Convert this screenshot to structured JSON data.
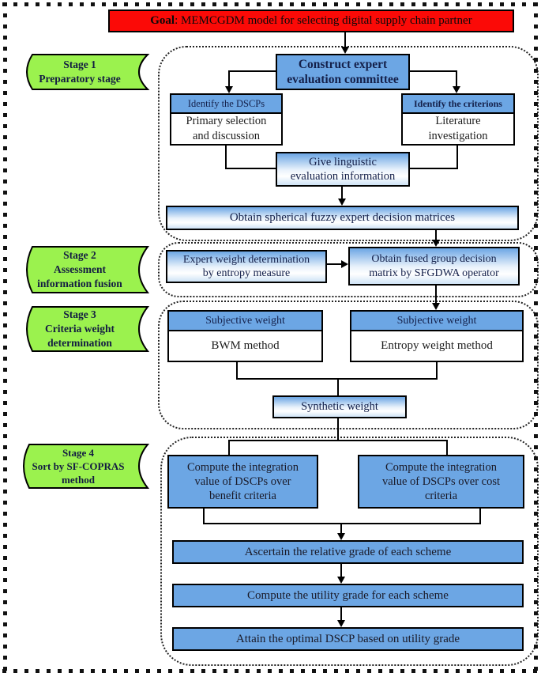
{
  "palette": {
    "goal_red": "#fb0a07",
    "stage_green": "#9bf24e",
    "flat_blue": "#6ca6e4",
    "gradient_blue_top": "#6ca6e4",
    "gradient_blue_bottom": "#cfe3f6",
    "line_black": "#000000",
    "text_dark_navy": "#14204a"
  },
  "goal": {
    "prefix": "Goal",
    "rest": ": MEMCGDM  model for selecting digital supply chain partner"
  },
  "stages": [
    {
      "label": "Stage 1\nPreparatory stage"
    },
    {
      "label": "Stage 2\nAssessment\ninformation fusion"
    },
    {
      "label": "Stage 3\nCriteria weight\ndetermination"
    },
    {
      "label": "Stage 4\nSort by SF-COPRAS\nmethod"
    }
  ],
  "s1": {
    "committee": "Construct expert\nevaluation committee",
    "dscps_header": "Identify the DSCPs",
    "dscps_body": "Primary selection\nand discussion",
    "crit_header": "Identify the criterions",
    "crit_body": "Literature\ninvestigation",
    "linguistic": "Give linguistic\nevaluation information",
    "obtain": "Obtain spherical fuzzy expert decision matrices"
  },
  "s2": {
    "expert": "Expert weight determination\nby entropy measure",
    "fused": "Obtain fused group decision\nmatrix by SFGDWA operator"
  },
  "s3": {
    "left_header": "Subjective weight",
    "left_body": "BWM method",
    "right_header": "Subjective weight",
    "right_body": "Entropy weight method",
    "synthetic": "Synthetic weight"
  },
  "s4": {
    "benefit": "Compute the integration\nvalue of DSCPs over\nbenefit criteria",
    "cost": "Compute the integration\nvalue of DSCPs over cost\ncriteria",
    "ascertain": "Ascertain the relative grade of each scheme",
    "utility": "Compute the utility grade for each scheme",
    "attain": "Attain the optimal DSCP based on utility grade"
  }
}
